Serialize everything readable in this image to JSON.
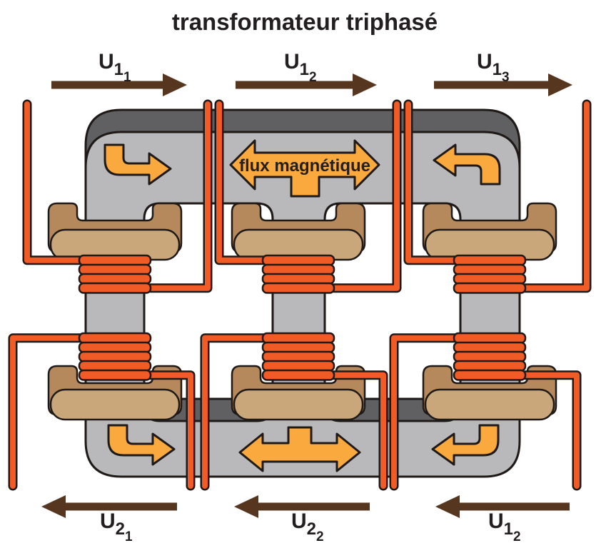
{
  "title": "transformateur triphasé",
  "flux": {
    "label": "flux magnétique"
  },
  "top_labels": [
    {
      "base": "U",
      "sub": "1",
      "idx": "1"
    },
    {
      "base": "U",
      "sub": "1",
      "idx": "2"
    },
    {
      "base": "U",
      "sub": "1",
      "idx": "3"
    }
  ],
  "bottom_labels": [
    {
      "base": "U",
      "sub": "2",
      "idx": "1"
    },
    {
      "base": "U",
      "sub": "2",
      "idx": "2"
    },
    {
      "base": "U",
      "sub": "1",
      "idx": "2"
    }
  ],
  "colors": {
    "wire_orange": "#f15b26",
    "core_gray": "#b9b9bb",
    "core_shadow": "#606063",
    "bobbin_dark": "#b5895b",
    "bobbin_light": "#c9a77a",
    "flux_yellow": "#f9a93d",
    "arrow_brown": "#573620",
    "outline": "#1f1a17"
  }
}
